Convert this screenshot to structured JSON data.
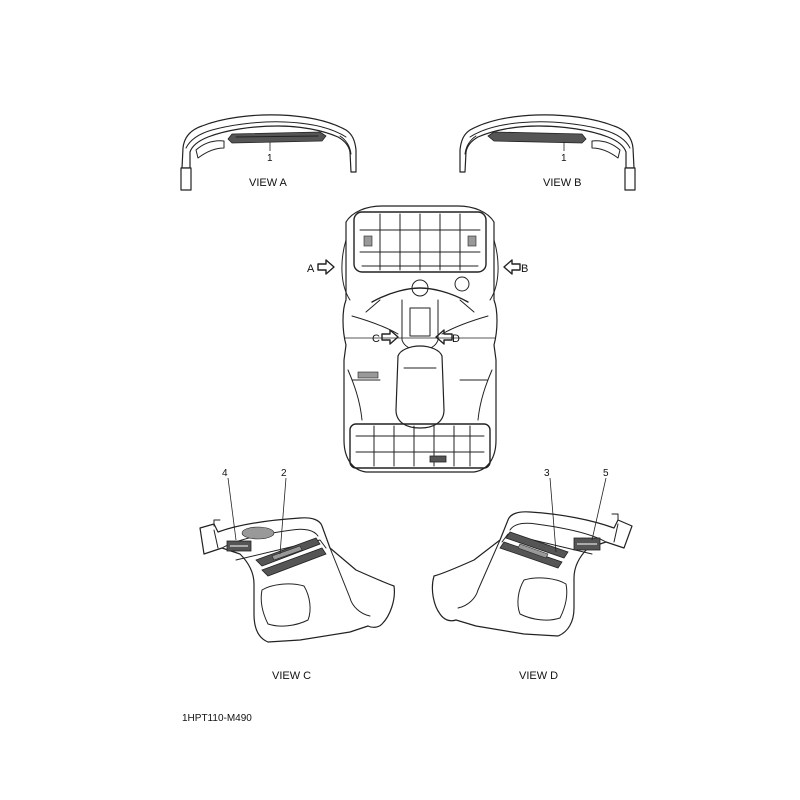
{
  "views": {
    "a": "VIEW A",
    "b": "VIEW B",
    "c": "VIEW C",
    "d": "VIEW D"
  },
  "arrows": {
    "a": "A",
    "b": "B",
    "c": "C",
    "d": "D"
  },
  "callouts": {
    "a_1": "1",
    "b_1": "1",
    "c_4": "4",
    "c_2": "2",
    "d_3": "3",
    "d_5": "5"
  },
  "diagram_code": "1HPT110-M490"
}
